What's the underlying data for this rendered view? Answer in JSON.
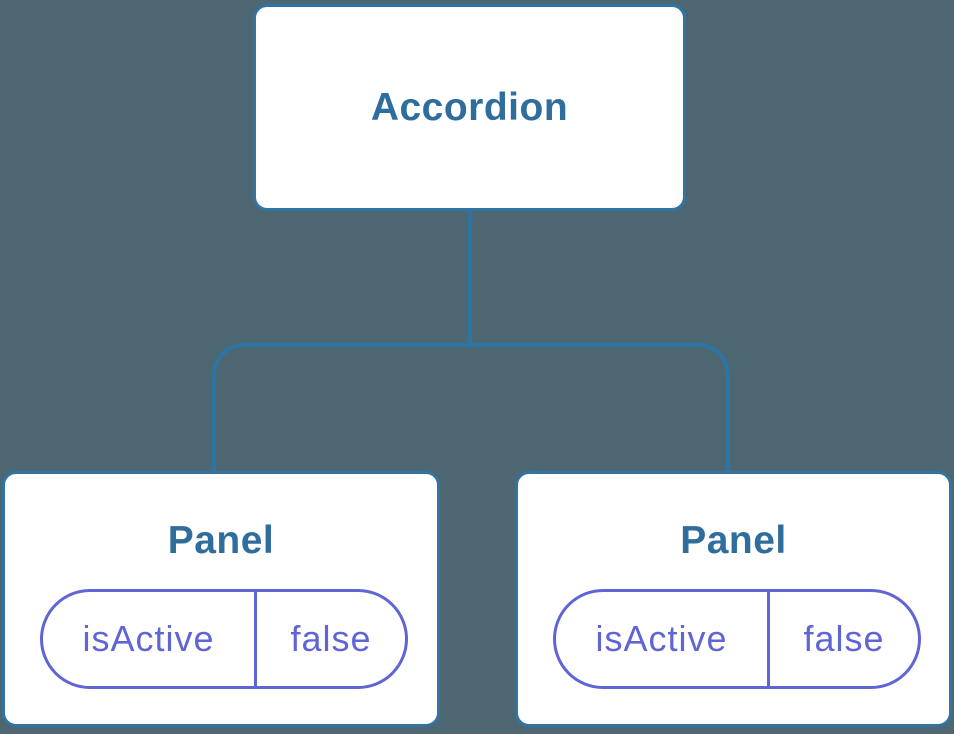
{
  "diagram": {
    "type": "component-tree",
    "colors": {
      "background": "#4C6772",
      "connector": "#2E73A6",
      "node_border": "#3173A1",
      "node_fill": "#FFFFFF",
      "node_title": "#2E6D9C",
      "state": "#6065D6"
    },
    "root": {
      "label": "Accordion"
    },
    "children": [
      {
        "label": "Panel",
        "state": {
          "key": "isActive",
          "value": "false"
        }
      },
      {
        "label": "Panel",
        "state": {
          "key": "isActive",
          "value": "false"
        }
      }
    ]
  }
}
